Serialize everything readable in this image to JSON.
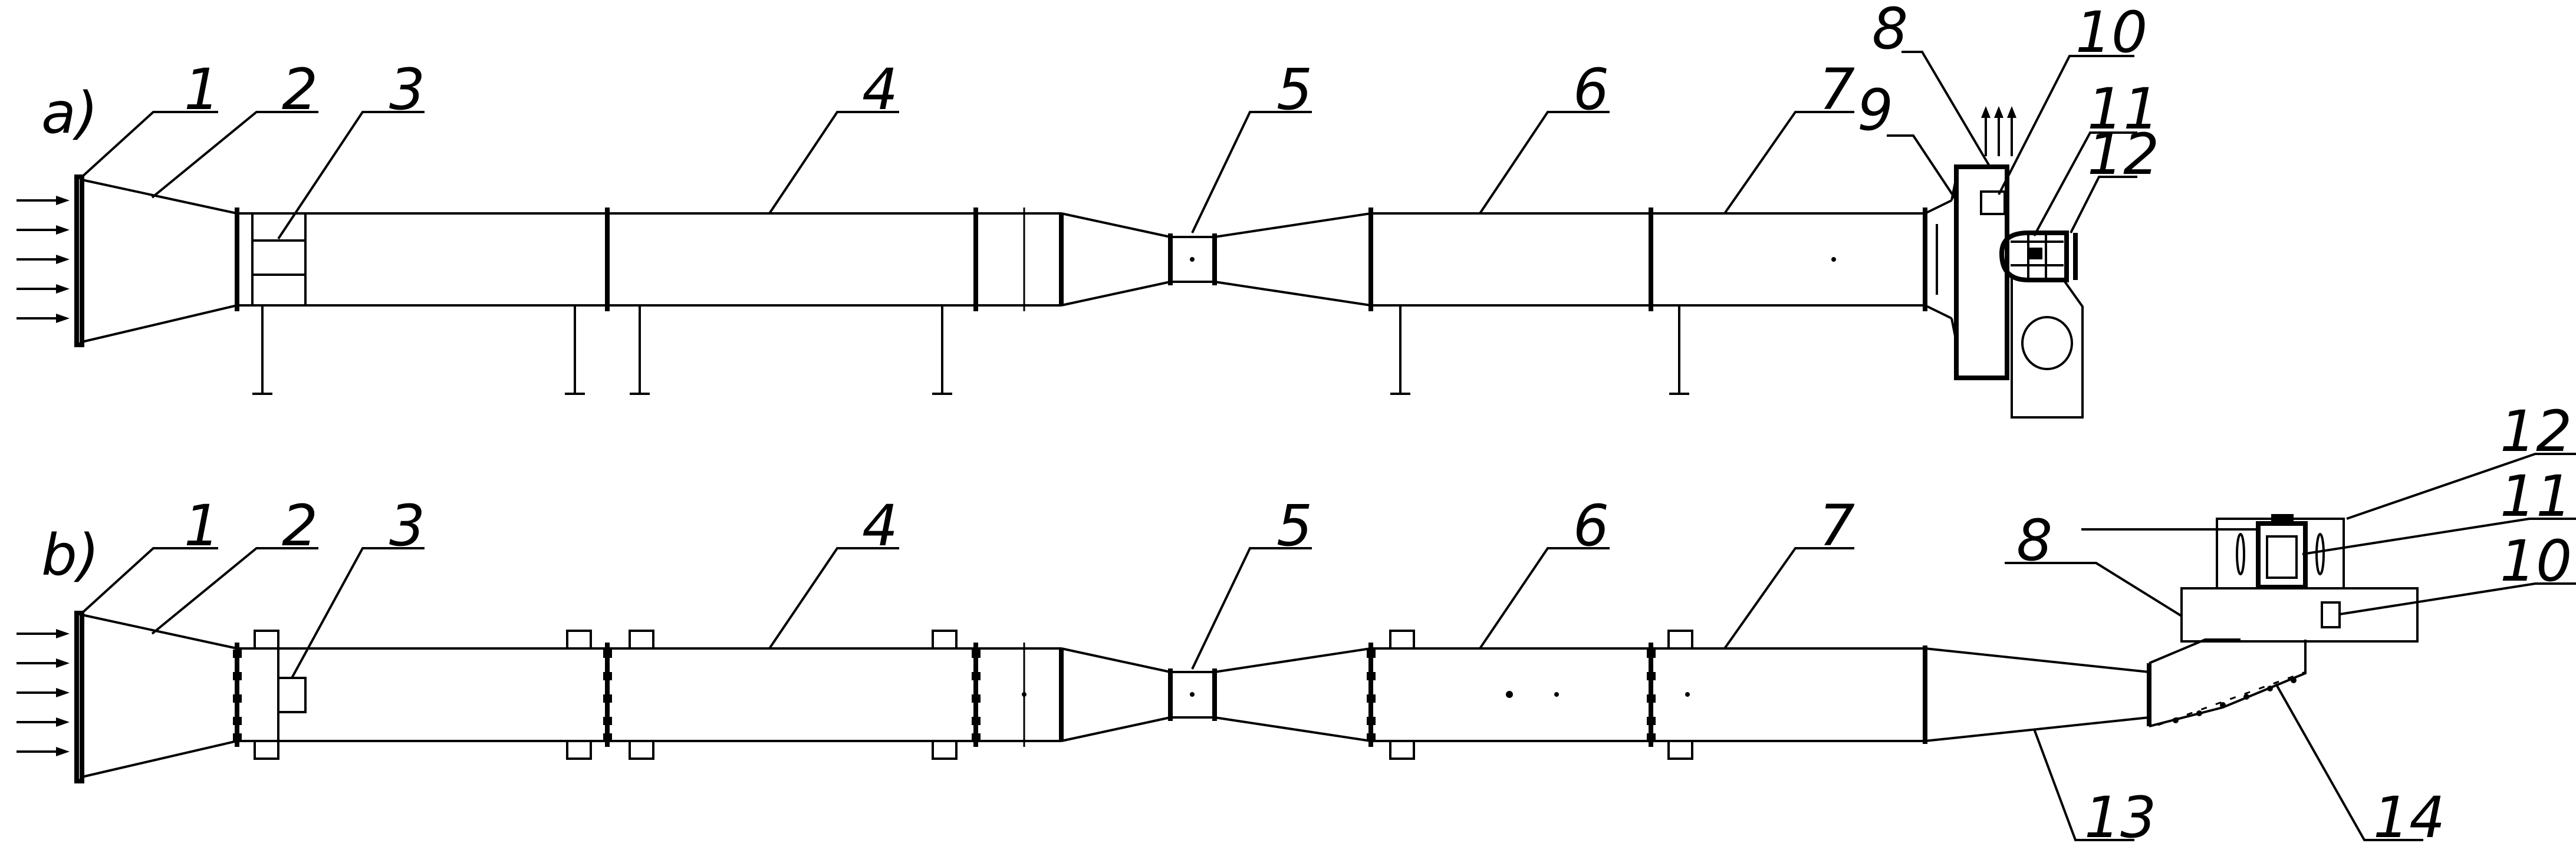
{
  "panels": {
    "a": {
      "label": "a)"
    },
    "b": {
      "label": "b)"
    }
  },
  "labels_a": [
    "1",
    "2",
    "3",
    "4",
    "5",
    "6",
    "7",
    "8",
    "9",
    "10",
    "11",
    "12"
  ],
  "labels_b": [
    "1",
    "2",
    "3",
    "4",
    "5",
    "6",
    "7",
    "8",
    "12",
    "11",
    "10",
    "13",
    "14"
  ],
  "colors": {
    "line": "#000000",
    "background": "#ffffff"
  }
}
